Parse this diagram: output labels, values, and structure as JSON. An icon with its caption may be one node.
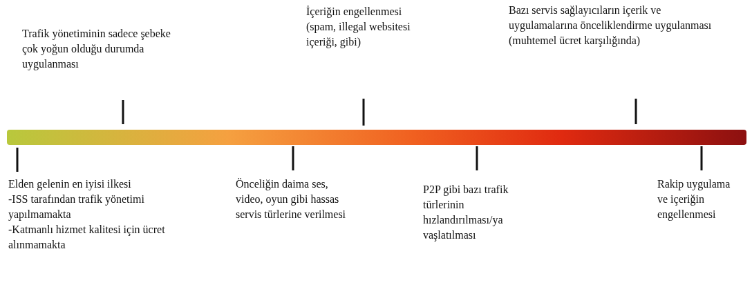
{
  "diagram": {
    "labels": [
      "Trafik yönetiminin sadece şebeke çok yoğun olduğu durumda uygulanması",
      "İçeriğin engellenmesi (spam, illegal websitesi içeriği, gibi)",
      "Bazı servis sağlayıcıların içerik ve uygulamalarına önceliklendirme uygulanması (muhtemel ücret karşılığında)",
      "Elden gelenin en iyisi ilkesi",
      "-ISS tarafından trafik yönetimi yapılmamakta",
      "-Katmanlı hizmet kalitesi için ücret alınmamakta",
      "Önceliğin daima ses, video, oyun gibi hassas servis türlerine verilmesi",
      "P2P gibi bazı trafik türlerinin hızlandırılması/ya vaşlatılması",
      "Rakip uygulama ve içeriğin engellenmesi"
    ]
  }
}
